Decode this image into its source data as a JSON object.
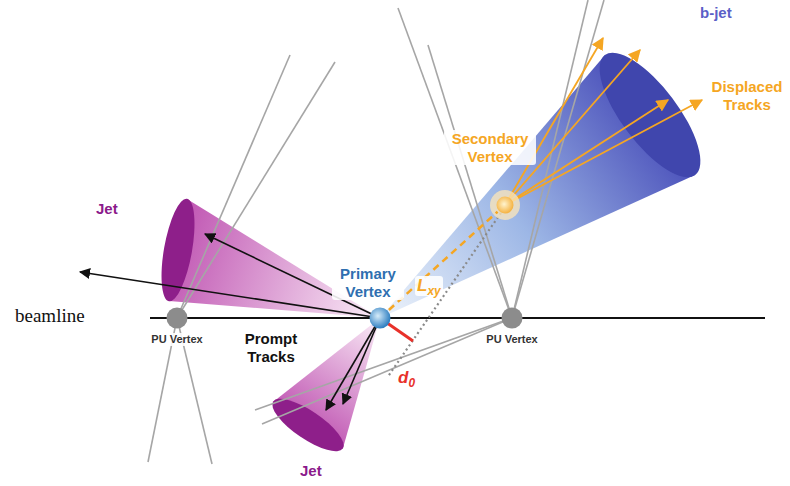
{
  "diagram": {
    "nodes": [
      {
        "text": [
          "PU Vertex"
        ]
      },
      {
        "text": [
          "Primary Vertex"
        ]
      },
      {
        "text": [
          "Secondary Vertex"
        ]
      },
      {
        "text": [
          "PU Vertex"
        ]
      }
    ],
    "edges": [
      {
        "from": 1,
        "to": 2,
        "arrow": "none",
        "label": "Lxy"
      }
    ],
    "labels": [
      "b-jet",
      "Displaced Tracks",
      "Jet",
      "Prompt Tracks",
      "d0",
      "Jet",
      "beamline"
    ]
  }
}
